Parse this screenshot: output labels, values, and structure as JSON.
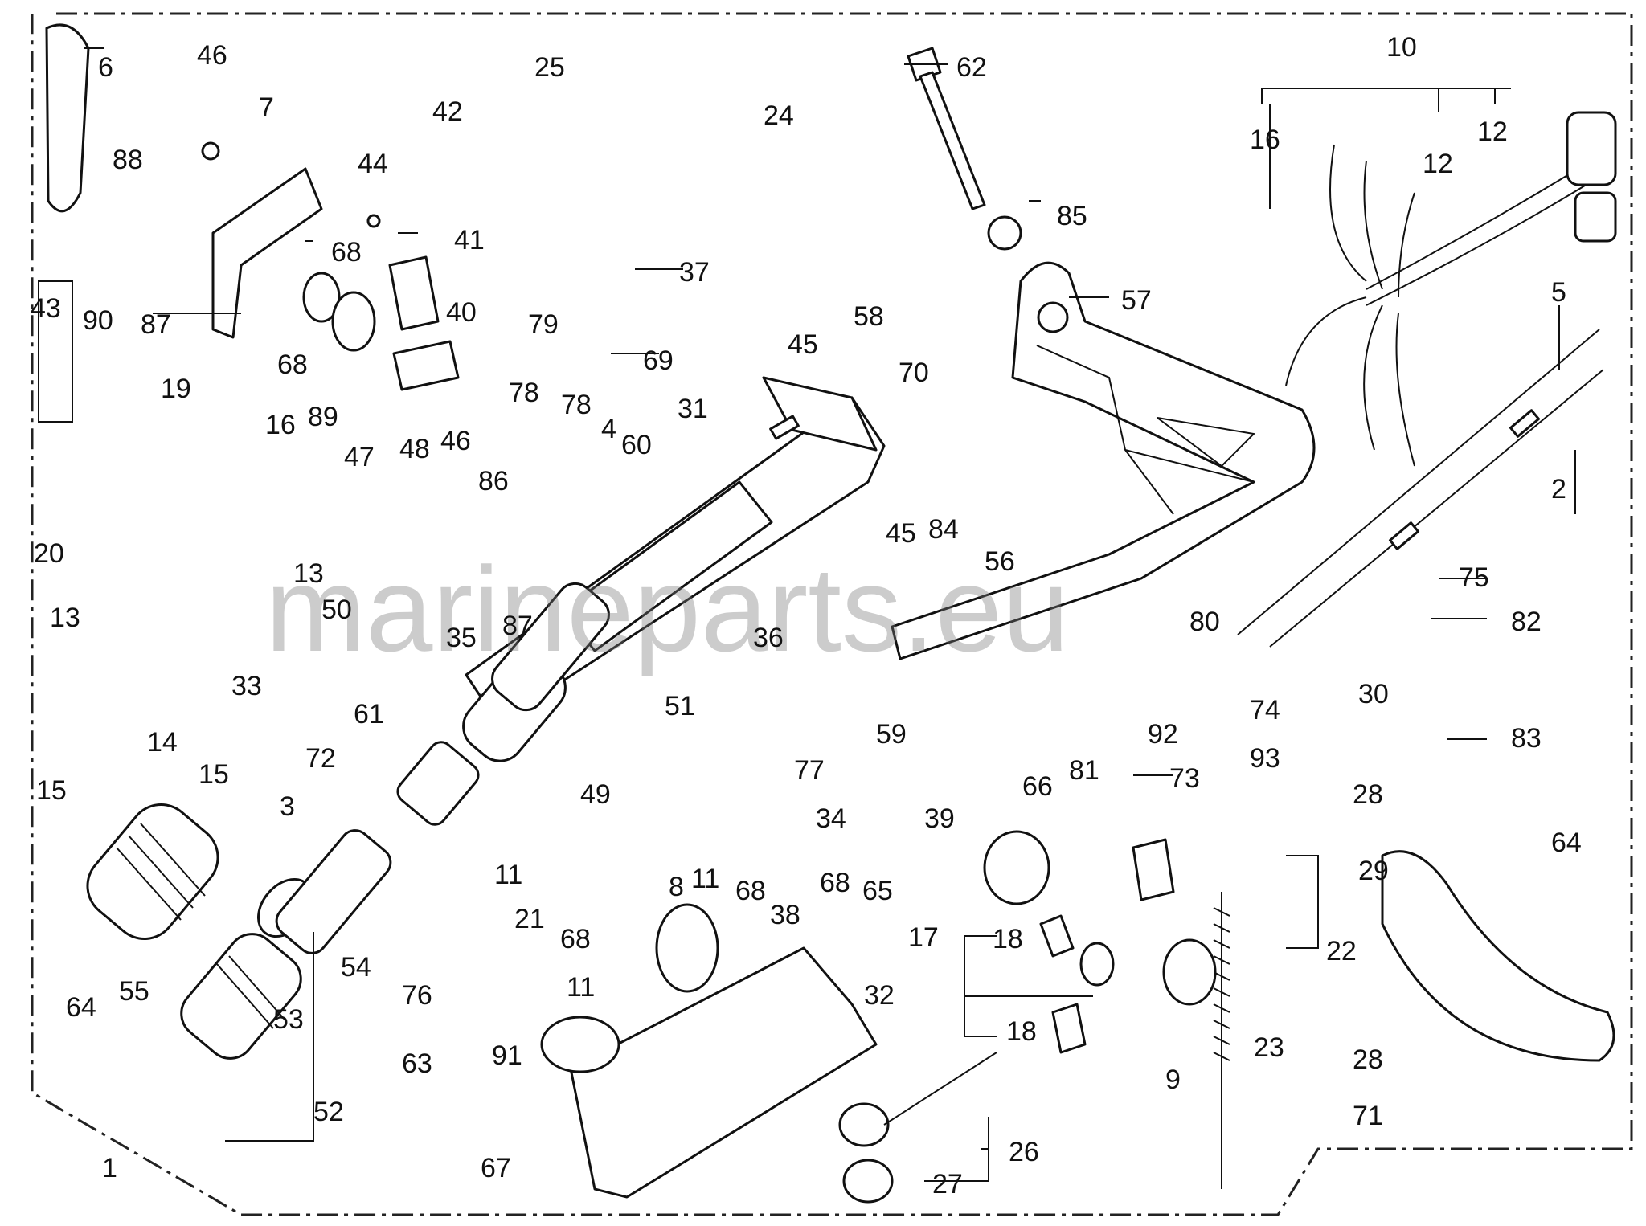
{
  "watermark": "marineparts.eu",
  "callouts": [
    {
      "id": "6",
      "text": "6"
    },
    {
      "id": "46a",
      "text": "46"
    },
    {
      "id": "7",
      "text": "7"
    },
    {
      "id": "42",
      "text": "42"
    },
    {
      "id": "25",
      "text": "25"
    },
    {
      "id": "24",
      "text": "24"
    },
    {
      "id": "62",
      "text": "62"
    },
    {
      "id": "10",
      "text": "10"
    },
    {
      "id": "88",
      "text": "88"
    },
    {
      "id": "44",
      "text": "44"
    },
    {
      "id": "16a",
      "text": "16"
    },
    {
      "id": "12a",
      "text": "12"
    },
    {
      "id": "12b",
      "text": "12"
    },
    {
      "id": "68a",
      "text": "68"
    },
    {
      "id": "41",
      "text": "41"
    },
    {
      "id": "37",
      "text": "37"
    },
    {
      "id": "85",
      "text": "85"
    },
    {
      "id": "43",
      "text": "43"
    },
    {
      "id": "90",
      "text": "90"
    },
    {
      "id": "87a",
      "text": "87"
    },
    {
      "id": "40",
      "text": "40"
    },
    {
      "id": "79",
      "text": "79"
    },
    {
      "id": "57",
      "text": "57"
    },
    {
      "id": "5",
      "text": "5"
    },
    {
      "id": "68b",
      "text": "68"
    },
    {
      "id": "69",
      "text": "69"
    },
    {
      "id": "45a",
      "text": "45"
    },
    {
      "id": "58",
      "text": "58"
    },
    {
      "id": "19",
      "text": "19"
    },
    {
      "id": "70",
      "text": "70"
    },
    {
      "id": "78a",
      "text": "78"
    },
    {
      "id": "78b",
      "text": "78"
    },
    {
      "id": "31",
      "text": "31"
    },
    {
      "id": "16b",
      "text": "16"
    },
    {
      "id": "89",
      "text": "89"
    },
    {
      "id": "48",
      "text": "48"
    },
    {
      "id": "46b",
      "text": "46"
    },
    {
      "id": "4",
      "text": "4"
    },
    {
      "id": "60",
      "text": "60"
    },
    {
      "id": "47",
      "text": "47"
    },
    {
      "id": "86",
      "text": "86"
    },
    {
      "id": "2",
      "text": "2"
    },
    {
      "id": "20",
      "text": "20"
    },
    {
      "id": "45b",
      "text": "45"
    },
    {
      "id": "84",
      "text": "84"
    },
    {
      "id": "56",
      "text": "56"
    },
    {
      "id": "13a",
      "text": "13"
    },
    {
      "id": "75",
      "text": "75"
    },
    {
      "id": "13b",
      "text": "13"
    },
    {
      "id": "50",
      "text": "50"
    },
    {
      "id": "87b",
      "text": "87"
    },
    {
      "id": "80",
      "text": "80"
    },
    {
      "id": "82",
      "text": "82"
    },
    {
      "id": "35",
      "text": "35"
    },
    {
      "id": "36",
      "text": "36"
    },
    {
      "id": "30",
      "text": "30"
    },
    {
      "id": "33",
      "text": "33"
    },
    {
      "id": "61",
      "text": "61"
    },
    {
      "id": "51",
      "text": "51"
    },
    {
      "id": "74",
      "text": "74"
    },
    {
      "id": "14",
      "text": "14"
    },
    {
      "id": "59",
      "text": "59"
    },
    {
      "id": "92",
      "text": "92"
    },
    {
      "id": "83",
      "text": "83"
    },
    {
      "id": "15a",
      "text": "15"
    },
    {
      "id": "72",
      "text": "72"
    },
    {
      "id": "66",
      "text": "66"
    },
    {
      "id": "81",
      "text": "81"
    },
    {
      "id": "93",
      "text": "93"
    },
    {
      "id": "15b",
      "text": "15"
    },
    {
      "id": "49",
      "text": "49"
    },
    {
      "id": "77",
      "text": "77"
    },
    {
      "id": "73",
      "text": "73"
    },
    {
      "id": "28a",
      "text": "28"
    },
    {
      "id": "3",
      "text": "3"
    },
    {
      "id": "34",
      "text": "34"
    },
    {
      "id": "39",
      "text": "39"
    },
    {
      "id": "64a",
      "text": "64"
    },
    {
      "id": "11a",
      "text": "11"
    },
    {
      "id": "11b",
      "text": "11"
    },
    {
      "id": "8",
      "text": "8"
    },
    {
      "id": "68c",
      "text": "68"
    },
    {
      "id": "68d",
      "text": "68"
    },
    {
      "id": "65",
      "text": "65"
    },
    {
      "id": "29",
      "text": "29"
    },
    {
      "id": "21",
      "text": "21"
    },
    {
      "id": "17",
      "text": "17"
    },
    {
      "id": "18a",
      "text": "18"
    },
    {
      "id": "22",
      "text": "22"
    },
    {
      "id": "68e",
      "text": "68"
    },
    {
      "id": "38",
      "text": "38"
    },
    {
      "id": "54",
      "text": "54"
    },
    {
      "id": "55",
      "text": "55"
    },
    {
      "id": "64b",
      "text": "64"
    },
    {
      "id": "53",
      "text": "53"
    },
    {
      "id": "76",
      "text": "76"
    },
    {
      "id": "11c",
      "text": "11"
    },
    {
      "id": "32",
      "text": "32"
    },
    {
      "id": "18b",
      "text": "18"
    },
    {
      "id": "23",
      "text": "23"
    },
    {
      "id": "28b",
      "text": "28"
    },
    {
      "id": "63",
      "text": "63"
    },
    {
      "id": "91",
      "text": "91"
    },
    {
      "id": "9",
      "text": "9"
    },
    {
      "id": "52",
      "text": "52"
    },
    {
      "id": "71",
      "text": "71"
    },
    {
      "id": "26",
      "text": "26"
    },
    {
      "id": "1",
      "text": "1"
    },
    {
      "id": "67",
      "text": "67"
    },
    {
      "id": "27",
      "text": "27"
    }
  ]
}
